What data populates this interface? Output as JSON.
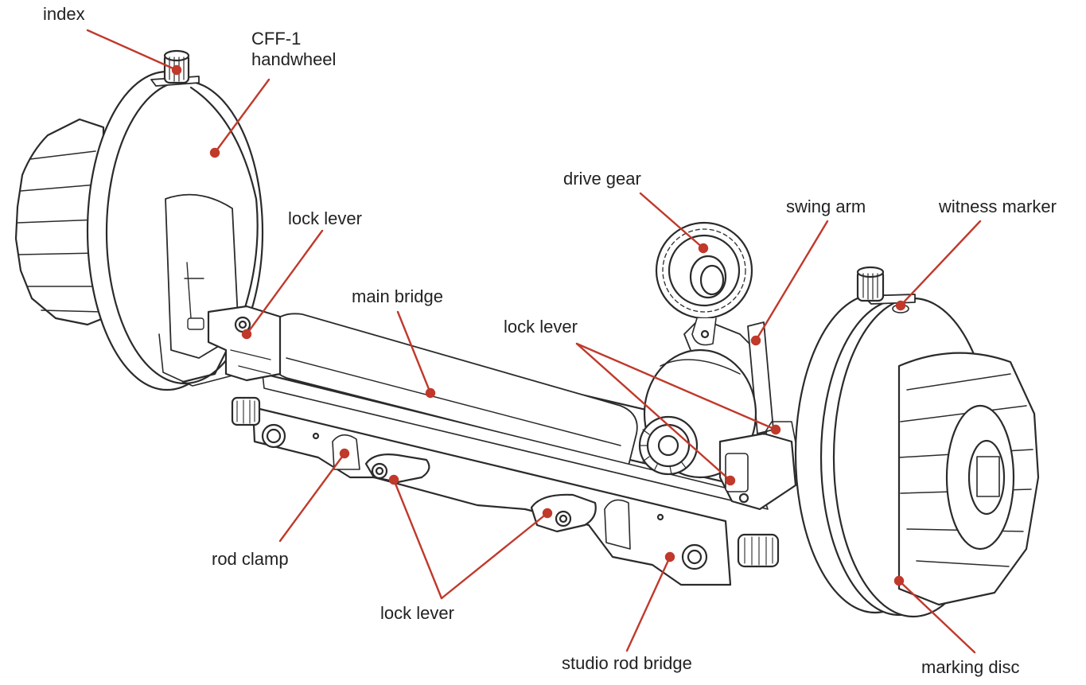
{
  "labels": {
    "index": "index",
    "handwheel_line1": "CFF-1",
    "handwheel_line2": "handwheel",
    "lock_lever_top": "lock lever",
    "main_bridge": "main bridge",
    "drive_gear": "drive gear",
    "swing_arm": "swing arm",
    "witness_marker": "witness marker",
    "lock_lever_mid": "lock lever",
    "rod_clamp": "rod clamp",
    "lock_lever_bottom": "lock lever",
    "studio_rod_bridge": "studio rod bridge",
    "marking_disc": "marking disc"
  },
  "colors": {
    "leader": "#c0392b",
    "outline": "#2b2b2b",
    "text": "#222222",
    "paper": "#ffffff"
  }
}
